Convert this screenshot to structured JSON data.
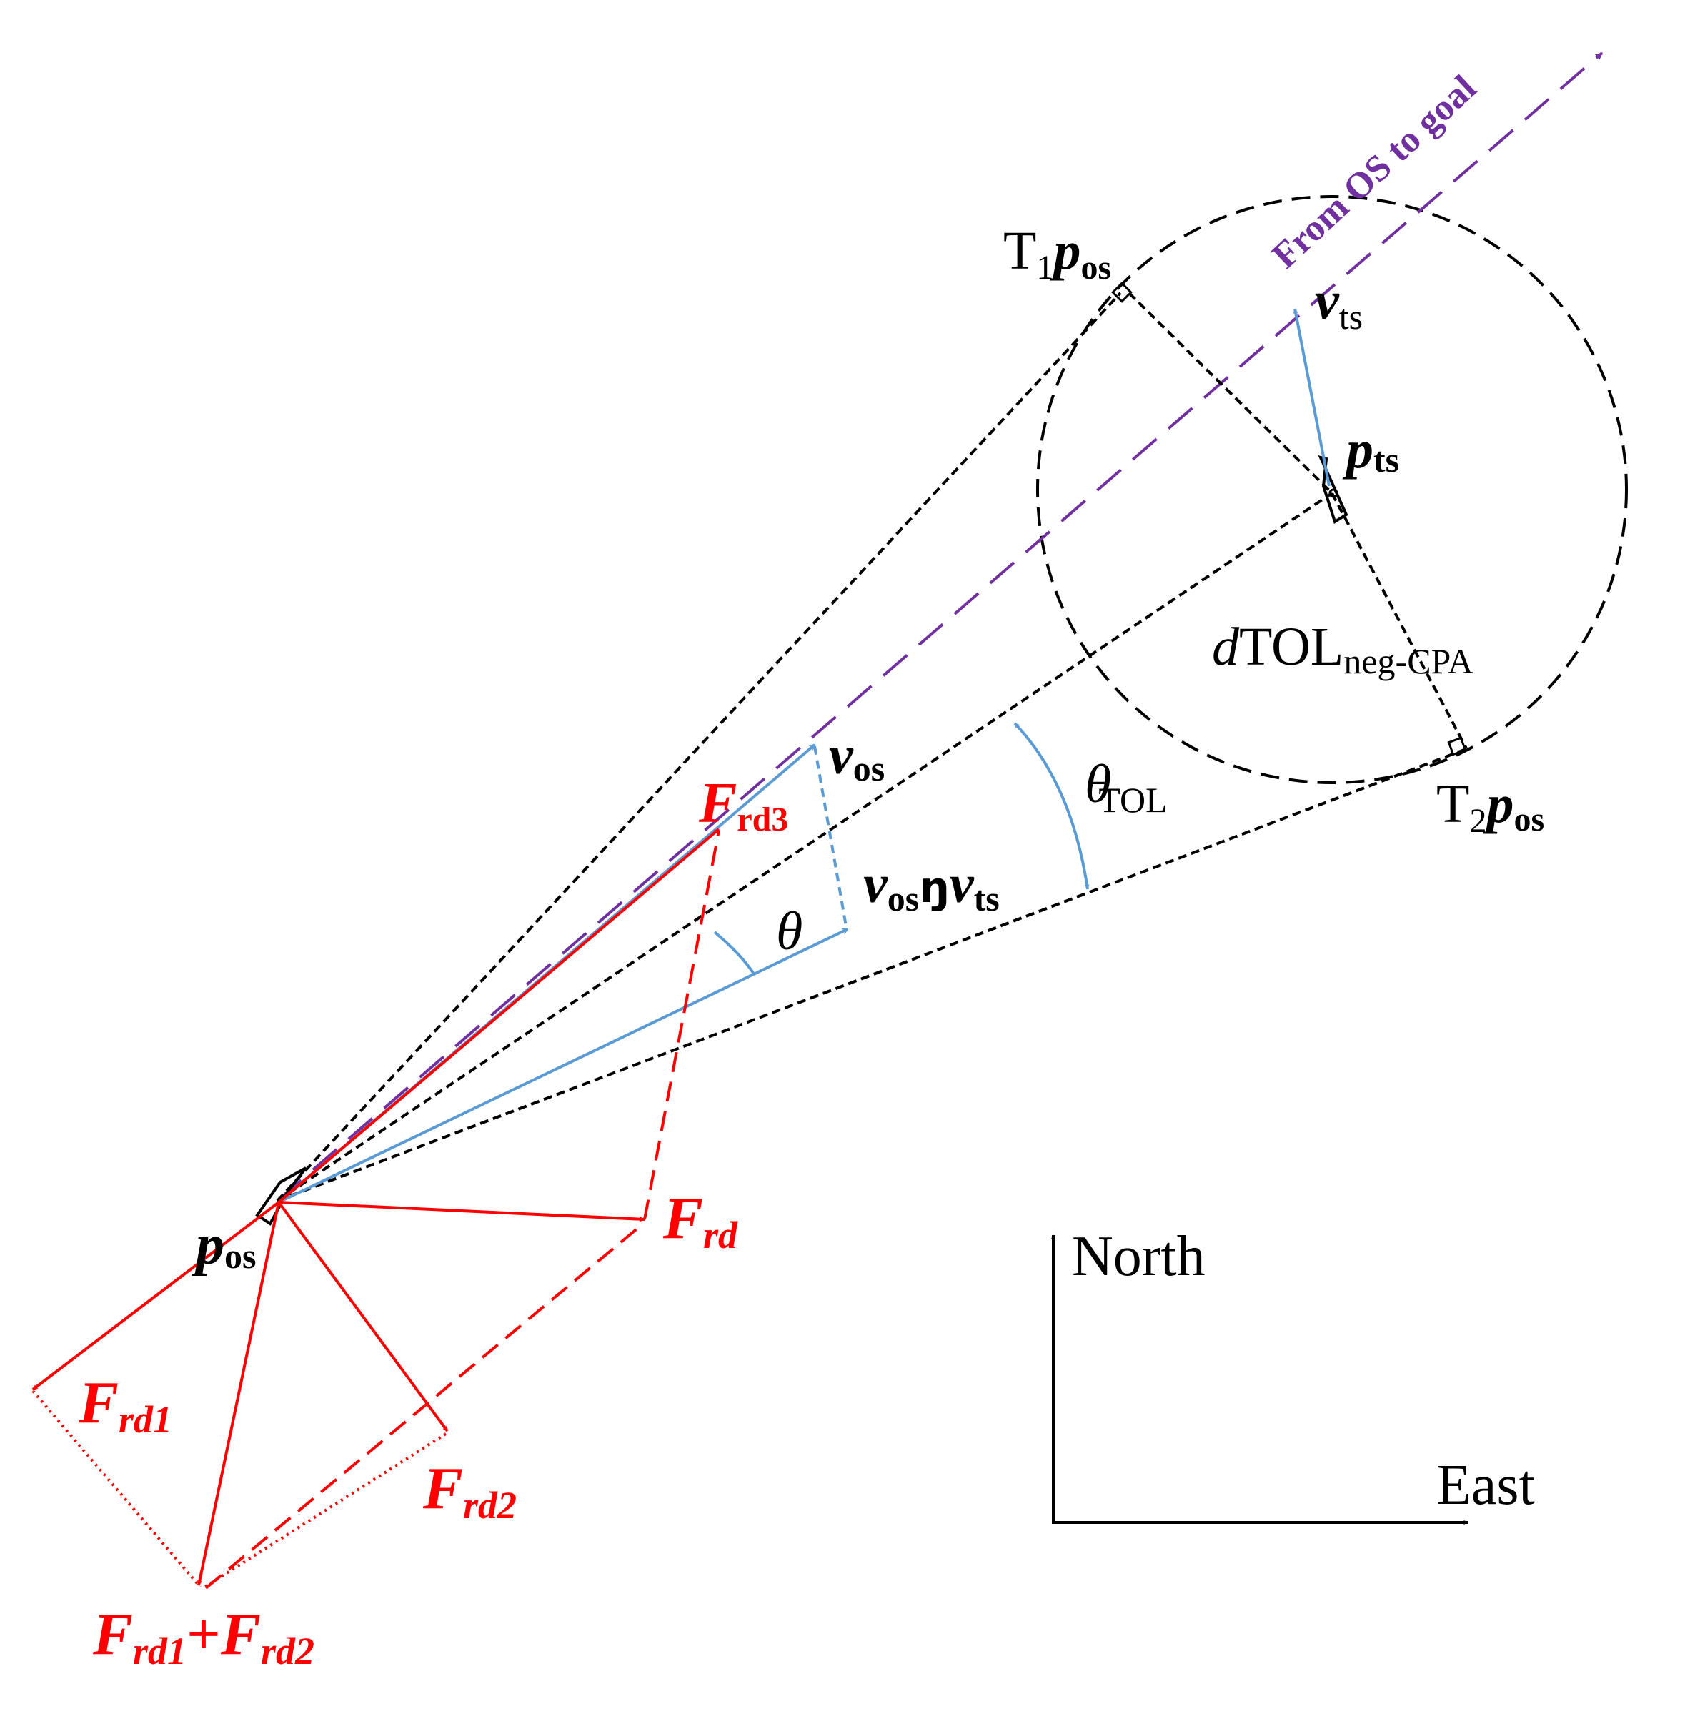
{
  "colors": {
    "force": "#ff0000",
    "velocity": "#5b9bd5",
    "goal": "#7030a0",
    "geometry": "#000000"
  },
  "labels": {
    "goal": "From OS to goal",
    "t1_prefix": "T",
    "t1_sub": "1",
    "t1_p": "p",
    "t1_os": "os",
    "vts_v": "v",
    "vts_sub": "ts",
    "pts_p": "p",
    "pts_sub": "ts",
    "dtol_d": "d",
    "dtol_main": "TOL",
    "dtol_sub": "neg-CPA",
    "vos_v": "v",
    "vos_sub": "os",
    "theta_tol": "θ",
    "theta_tol_sub": "TOL",
    "t2_prefix": "T",
    "t2_sub": "2",
    "t2_p": "p",
    "t2_os": "os",
    "frd3_F": "F",
    "frd3_sub": "rd3",
    "rel_v1": "v",
    "rel_os": "os",
    "rel_op": "ŋ",
    "rel_v2": "v",
    "rel_ts": "ts",
    "theta": "θ",
    "pos_p": "p",
    "pos_sub": "os",
    "frd_F": "F",
    "frd_sub": "rd",
    "north": "North",
    "east": "East",
    "frd1_F": "F",
    "frd1_sub": "rd1",
    "frd2_F": "F",
    "frd2_sub": "rd2",
    "sum_F1": "F",
    "sum_sub1": "rd1",
    "sum_plus": "+",
    "sum_F2": "F",
    "sum_sub2": "rd2"
  }
}
